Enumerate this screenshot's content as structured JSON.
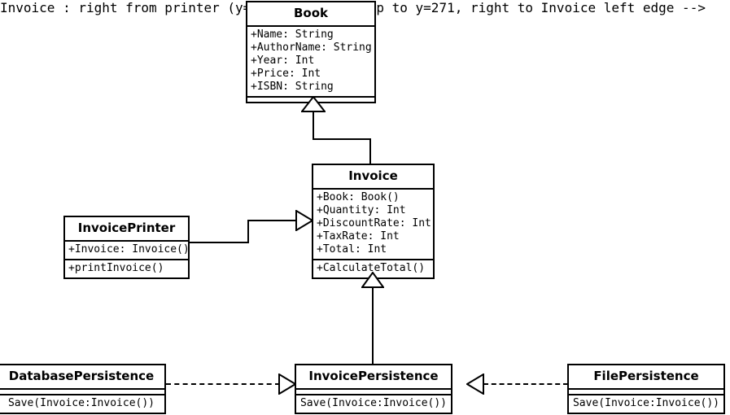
{
  "diagram": {
    "type": "uml-class-diagram",
    "background_color": "#ffffff",
    "line_color": "#000000"
  },
  "classes": {
    "book": {
      "name": "Book",
      "attributes": [
        "+Name: String",
        "+AuthorName: String",
        "+Year: Int",
        "+Price: Int",
        "+ISBN: String"
      ],
      "operations": []
    },
    "invoice": {
      "name": "Invoice",
      "attributes": [
        "+Book: Book()",
        "+Quantity: Int",
        "+DiscountRate: Int",
        "+TaxRate: Int",
        "+Total: Int"
      ],
      "operations": [
        "+CalculateTotal()"
      ]
    },
    "invoice_printer": {
      "name": "InvoicePrinter",
      "attributes": [
        "+Invoice: Invoice()"
      ],
      "operations": [
        "+printInvoice()"
      ]
    },
    "database_persistence": {
      "name": "DatabasePersistence",
      "attributes": [],
      "operations": [
        "Save(Invoice:Invoice())"
      ]
    },
    "invoice_persistence": {
      "name": "InvoicePersistence",
      "attributes": [],
      "operations": [
        "Save(Invoice:Invoice())"
      ]
    },
    "file_persistence": {
      "name": "FilePersistence",
      "attributes": [],
      "operations": [
        "Save(Invoice:Invoice())"
      ]
    }
  },
  "relationships": [
    {
      "id": "invoice-extends-book",
      "kind": "generalization",
      "style": "solid",
      "source": "Invoice",
      "target": "Book"
    },
    {
      "id": "invoicepersistence-extends-invoice",
      "kind": "generalization",
      "style": "solid",
      "source": "InvoicePersistence",
      "target": "Invoice"
    },
    {
      "id": "invoiceprinter-to-invoice",
      "kind": "generalization",
      "style": "solid",
      "source": "InvoicePrinter",
      "target": "Invoice"
    },
    {
      "id": "databasepersistence-realizes-invoicepersistence",
      "kind": "realization",
      "style": "dashed",
      "source": "DatabasePersistence",
      "target": "InvoicePersistence"
    },
    {
      "id": "filepersistence-realizes-invoicepersistence",
      "kind": "realization",
      "style": "dashed",
      "source": "FilePersistence",
      "target": "InvoicePersistence"
    }
  ]
}
